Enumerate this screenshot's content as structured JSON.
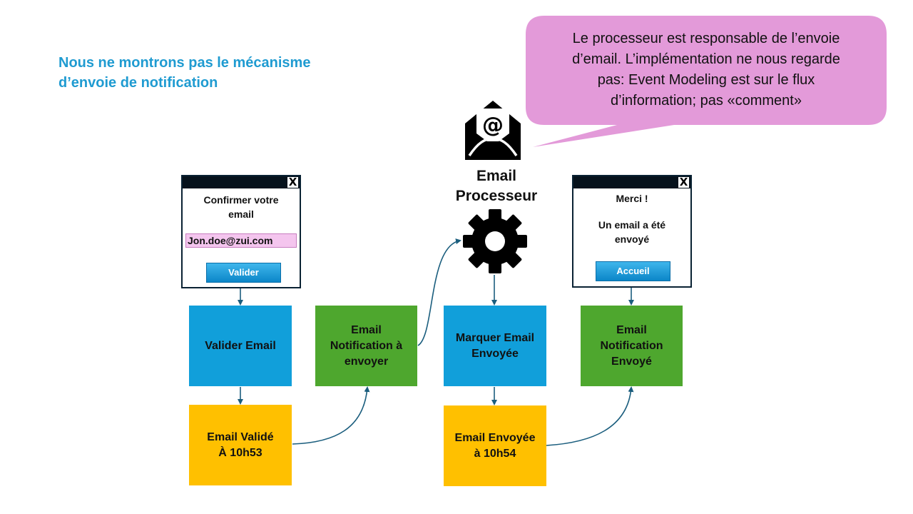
{
  "headline": {
    "line1": "Nous ne montrons pas le mécanisme",
    "line2": "d’envoie de notification"
  },
  "bubble": {
    "line1": "Le processeur est responsable de l’envoie",
    "line2": "d’email. L’implémentation ne nous regarde",
    "line3": "pas: Event Modeling est sur le flux",
    "line4": "d’information; pas «comment»"
  },
  "processor": {
    "label_line1": "Email",
    "label_line2": "Processeur",
    "email_icon_glyph": "@"
  },
  "window_confirm": {
    "close_label": "X",
    "title_line1": "Confirmer votre",
    "title_line2": "email",
    "email_value": "Jon.doe@zui.com",
    "button_label": "Valider"
  },
  "window_thanks": {
    "close_label": "X",
    "line1": "Merci !",
    "line2": "Un email a été",
    "line3": "envoyé",
    "button_label": "Accueil"
  },
  "boxes": {
    "valider_email": [
      "Valider Email"
    ],
    "notif_a_envoyer": [
      "Email",
      "Notification à",
      "envoyer"
    ],
    "marquer_email": [
      "Marquer Email",
      "Envoyée"
    ],
    "notif_envoye": [
      "Email",
      "Notification",
      "Envoyé"
    ],
    "email_valide": [
      "Email Validé",
      "À 10h53"
    ],
    "email_envoyee": [
      "Email Envoyée",
      "à 10h54"
    ]
  },
  "colors": {
    "command": "#119fda",
    "read_model": "#4ea72e",
    "event": "#ffc000",
    "bubble": "#e39ad9",
    "headline": "#1f9bd1",
    "connector": "#1b5e7e"
  }
}
